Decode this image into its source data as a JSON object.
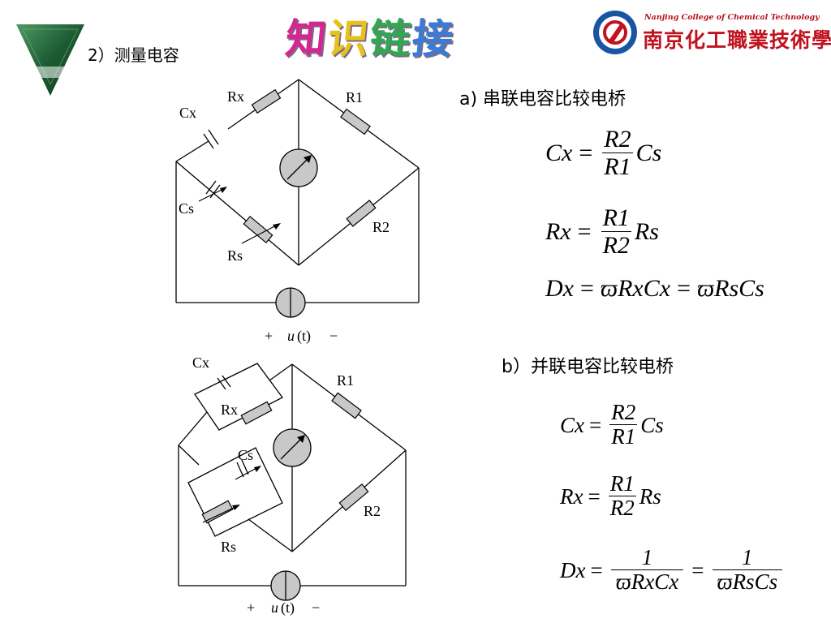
{
  "header": {
    "section_title": "2）测量电容",
    "banner": [
      "知",
      "识",
      "链",
      "接"
    ],
    "banner_colors": [
      "#d6268f",
      "#e8c21c",
      "#2fa84f",
      "#3a7bd5"
    ],
    "school_en": "Nanjing College of Chemical Technology",
    "school_cn": "南京化工職業技術學院",
    "brand_color": "#c1121f"
  },
  "series_bridge": {
    "heading": "a) 串联电容比较电桥",
    "labels": {
      "rx": "Rx",
      "cx": "Cx",
      "r1": "R1",
      "cs": "Cs",
      "r2": "R2",
      "rs": "Rs"
    },
    "source": {
      "plus": "+",
      "u": "u",
      "t": "(t)",
      "minus": "−"
    },
    "eq_cx": {
      "lhs": "Cx",
      "op": "=",
      "num": "R2",
      "den": "R1",
      "tail": "Cs"
    },
    "eq_rx": {
      "lhs": "Rx",
      "op": "=",
      "num": "R1",
      "den": "R2",
      "tail": "Rs"
    },
    "eq_dx": {
      "lhs": "Dx",
      "op1": "=",
      "mid": "ϖRxCx",
      "op2": "=",
      "rhs": "ϖRsCs"
    }
  },
  "parallel_bridge": {
    "heading": "b）并联电容比较电桥",
    "labels": {
      "cx": "Cx",
      "rx": "Rx",
      "r1": "R1",
      "cs": "Cs",
      "r2": "R2",
      "rs": "Rs"
    },
    "source": {
      "plus": "+",
      "u": "u",
      "t": "(t)",
      "minus": "−"
    },
    "eq_cx": {
      "lhs": "Cx",
      "op": "=",
      "num": "R2",
      "den": "R1",
      "tail": "Cs"
    },
    "eq_rx": {
      "lhs": "Rx",
      "op": "=",
      "num": "R1",
      "den": "R2",
      "tail": "Rs"
    },
    "eq_dx": {
      "lhs": "Dx",
      "op1": "=",
      "num1": "1",
      "den1": "ϖRxCx",
      "op2": "=",
      "num2": "1",
      "den2": "ϖRsCs"
    }
  }
}
